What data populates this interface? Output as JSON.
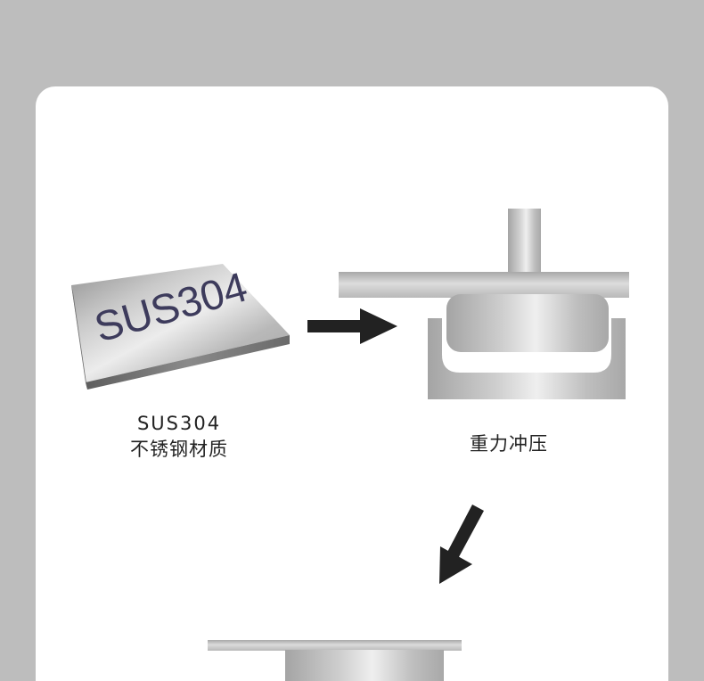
{
  "plate": {
    "engraving": "SUS304",
    "caption_line1": "SUS304",
    "caption_line2": "不锈钢材质"
  },
  "press": {
    "caption": "重力冲压"
  },
  "colors": {
    "background": "#bdbdbd",
    "card": "#ffffff",
    "arrow": "#222222",
    "engraving": "#3d3b5c",
    "steel_light": "#ececec",
    "steel_dark": "#9a9a9a"
  },
  "icons": {
    "arrow_right": "arrow-right-icon",
    "arrow_down_left": "arrow-down-left-icon"
  }
}
